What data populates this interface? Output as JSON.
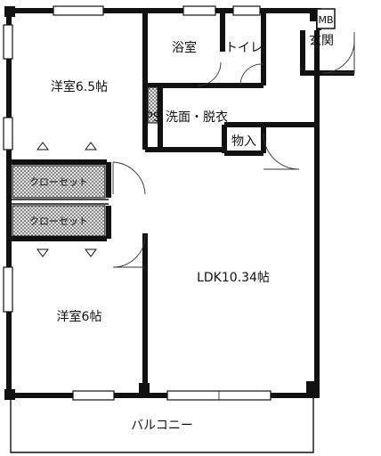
{
  "rooms": {
    "western_room_1": "洋室6.5帖",
    "western_room_2": "洋室6帖",
    "bath": "浴室",
    "toilet": "トイレ",
    "mb": "MB",
    "entrance": "玄関",
    "ps": "PS",
    "washroom": "洗面・脱衣",
    "storage": "物入",
    "ldk": "LDK10.34帖",
    "closet_1": "クローセット",
    "closet_2": "クローセット",
    "balcony": "バルコニー"
  },
  "colors": {
    "wall": "#111111",
    "hatch": "#9a9a9a",
    "background": "#ffffff"
  }
}
